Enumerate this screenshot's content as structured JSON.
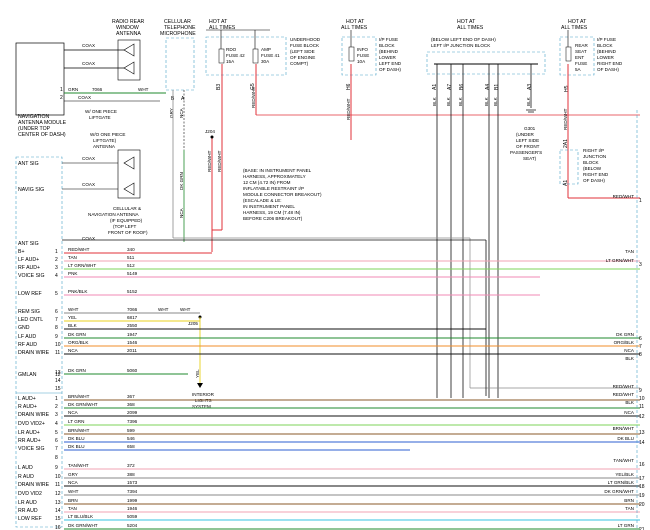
{
  "modules": {
    "nav_module": [
      "NAVIGATION",
      "ANTENNA MODULE",
      "(UNDER TOP",
      "CENTER OF DASH)"
    ],
    "radio_antenna": [
      "RADIO REAR",
      "WINDOW",
      "ANTENNA"
    ],
    "cell_mic": [
      "CELLULAR",
      "TELEPHONE",
      "MICROPHONE"
    ],
    "hot1": [
      "HOT AT",
      "ALL TIMES"
    ],
    "hot2": [
      "HOT AT",
      "ALL TIMES"
    ],
    "hot3": [
      "HOT AT",
      "ALL TIMES"
    ],
    "hot4": [
      "HOT AT",
      "ALL TIMES"
    ],
    "underhood": [
      "UNDERHOOD",
      "FUSE BLOCK",
      "(LEFT SIDE",
      "OF ENGINE",
      "COMPT)"
    ],
    "ip_fuse_block": [
      "I/P FUSE",
      "BLOCK",
      "(BEHIND",
      "LOWER",
      "LEFT END",
      "OF DASH)"
    ],
    "left_jb": [
      "(BELOW LEFT END OF DASH)",
      "LEFT I/P JUNCTION BLOCK"
    ],
    "ip_fuse_block2": [
      "I/P FUSE",
      "BLOCK",
      "(BEHIND",
      "LOWER",
      "RIGHT END",
      "OF DASH)"
    ],
    "rdo": [
      "RDO",
      "FUSE 42",
      "15A"
    ],
    "amp": [
      "AMP",
      "FUSE 41",
      "30A"
    ],
    "info": [
      "INFO",
      "FUSE",
      "10A"
    ],
    "rear_seat": [
      "REAR",
      "SEAT",
      "ENT",
      "FUSE",
      "5A"
    ],
    "right_jb": [
      "RIGHT I/P",
      "JUNCTION",
      "BLOCK",
      "(BELOW",
      "RIGHT END",
      "OF DASH)"
    ],
    "g301": [
      "G301",
      "(UNDER",
      "LEFT SIDE",
      "OF FRONT",
      "PASSENGER'S",
      "SEAT)"
    ],
    "cell_nav_ant": [
      "CELLULAR &",
      "NAVIGATION ANTENNA",
      "(IF EQUIPPED)",
      "(TOP LEFT",
      "FRONT OF ROOF)"
    ],
    "w_one_piece": [
      "W/ ONE PIECE",
      "LIFTGATE"
    ],
    "wo_one_piece": [
      "W/O ONE PIECE",
      "LIFTGATE)",
      "ANTENNA"
    ],
    "note": [
      "(BASE: IN INSTRUMENT PANEL",
      "HARNESS, APPROXIMATELY",
      "12 CM (4.72 IN) FROM",
      "INFLATABLE RESTRAINT I/P",
      "MODULE CONNECTOR BREAKOUT)",
      "(ESCALADE & LE:",
      "IN INSTRUMENT PANEL",
      "HARNESS, 19 CM (7.48 IN)",
      "BEFORE C206 BREAKOUT)"
    ],
    "interior_lights": [
      "INTERIOR",
      "LIGHTS",
      "SYSTEM"
    ],
    "j204": "J204",
    "j205": "J205"
  },
  "nav_pins": {
    "p1": "1",
    "p2": "2",
    "grn": "GRN",
    "coax": "COAX",
    "n7066": "7066",
    "wht": "WHT",
    "coax_ant": "COAX",
    "coax_nav": "COAX",
    "ant_sig": "ANT SIG",
    "navig_sig": "NAVIG SIG",
    "coax_lower": "COAX"
  },
  "col_wires": {
    "c1": "GRY",
    "c1p": "B",
    "c2": "NCA",
    "c2p": "A",
    "c3": "DK GRN",
    "rdo_w": "RED/WHT",
    "amp_w": "RED/WHT",
    "info_w": "RED/WHT",
    "rear_w": "RED/WHT",
    "b1": "BLK",
    "b2": "BLK",
    "b3": "BLK",
    "b4": "BLK",
    "b5": "BLK",
    "b6": "BLK",
    "f1": "B3",
    "f2": "G5",
    "f3": "H6",
    "f4": "A1",
    "f5": "A7",
    "f6": "B6",
    "f7": "A4",
    "f8": "B1",
    "f9": "A3",
    "f10": "H5",
    "rw_nca": "NCA",
    "rw_dkgrn": "DK GRN",
    "rw1": "RED/WHT",
    "rw2": "RED/WHT",
    "c2a1": "2A1",
    "a1": "A1",
    "c1b": "C1",
    "whts": "WHT",
    "whts2": "WHT",
    "yel": "YEL"
  },
  "left_rows": [
    {
      "label": "ANT SIG",
      "pin": "",
      "color": "COAX",
      "num": ""
    },
    {
      "label": "B+",
      "pin": "1",
      "color": "RED/WHT",
      "num": "340"
    },
    {
      "label": "LF AUD+",
      "pin": "2",
      "color": "TAN",
      "num": "511"
    },
    {
      "label": "RF AUD+",
      "pin": "3",
      "color": "LT GRN/WHT",
      "num": "512"
    },
    {
      "label": "VOICE SIG",
      "pin": "4",
      "color": "PNK",
      "num": "5149"
    },
    {
      "label": "LOW REF",
      "pin": "5",
      "color": "PNK/BLK",
      "num": "5152"
    },
    {
      "label": "REM SIG",
      "pin": "6",
      "color": "WHT",
      "num": "7066"
    },
    {
      "label": "LED CNTL",
      "pin": "7",
      "color": "YEL",
      "num": "6817"
    },
    {
      "label": "GND",
      "pin": "8",
      "color": "BLK",
      "num": "2550"
    },
    {
      "label": "LF AUD",
      "pin": "9",
      "color": "DK GRN",
      "num": "1947"
    },
    {
      "label": "RF AUD",
      "pin": "10",
      "color": "ORG/BLK",
      "num": "1546"
    },
    {
      "label": "DRAIN WIRE",
      "pin": "11",
      "color": "NCA",
      "num": "2011"
    },
    {
      "label": "GMLAN",
      "pin": "12",
      "color": "",
      "num": ""
    },
    {
      "label": "",
      "pin": "13",
      "color": "DK GRN",
      "num": "5060"
    },
    {
      "label": "",
      "pin": "14",
      "color": "",
      "num": ""
    },
    {
      "label": "",
      "pin": "15",
      "color": "",
      "num": ""
    },
    {
      "label": "L AUD+",
      "pin": "1",
      "color": "BRN/WHT",
      "num": "367"
    },
    {
      "label": "R AUD+",
      "pin": "2",
      "color": "DK GRN/WHT",
      "num": "368"
    },
    {
      "label": "DRAIN WIRE",
      "pin": "3",
      "color": "NCA",
      "num": "2099"
    },
    {
      "label": "DVD VID2+",
      "pin": "4",
      "color": "LT GRN",
      "num": "7396"
    },
    {
      "label": "LR AUD+",
      "pin": "5",
      "color": "BRN/WHT",
      "num": "599"
    },
    {
      "label": "RR AUD+",
      "pin": "6",
      "color": "DK BLU",
      "num": "546"
    },
    {
      "label": "VOICE SIG",
      "pin": "7",
      "color": "DK BLU",
      "num": "658"
    },
    {
      "label": "",
      "pin": "8",
      "color": "",
      "num": ""
    },
    {
      "label": "L AUD",
      "pin": "9",
      "color": "TAN/WHT",
      "num": "372"
    },
    {
      "label": "R AUD",
      "pin": "10",
      "color": "GRY",
      "num": "388"
    },
    {
      "label": "DRAIN WIRE",
      "pin": "11",
      "color": "NCA",
      "num": "1573"
    },
    {
      "label": "DVD VID2",
      "pin": "12",
      "color": "WHT",
      "num": "7394"
    },
    {
      "label": "LR AUD",
      "pin": "13",
      "color": "BRN",
      "num": "1999"
    },
    {
      "label": "RR AUD",
      "pin": "14",
      "color": "TAN",
      "num": "1946"
    },
    {
      "label": "LOW REF",
      "pin": "15",
      "color": "LT BLU/BLK",
      "num": "5059"
    },
    {
      "label": "",
      "pin": "16",
      "color": "DK GRN/WHT",
      "num": "5204"
    }
  ],
  "right_labels": [
    {
      "color": "RED/WHT",
      "pin": "1"
    },
    {
      "color": "TAN",
      "pin": ""
    },
    {
      "color": "LT GRN/WHT",
      "pin": "3"
    },
    {
      "color": "DK GRN",
      "pin": "6"
    },
    {
      "color": "ORG/BLK",
      "pin": "7"
    },
    {
      "color": "NCA",
      "pin": "8"
    },
    {
      "color": "BLK",
      "pin": ""
    },
    {
      "color": "RED/WHT",
      "pin": "9"
    },
    {
      "color": "RED/WHT",
      "pin": "10"
    },
    {
      "color": "BLK",
      "pin": "11"
    },
    {
      "color": "NCA",
      "pin": "12"
    },
    {
      "color": "BRN/WHT",
      "pin": "13"
    },
    {
      "color": "DK BLU",
      "pin": "14"
    },
    {
      "color": "TAN/WHT",
      "pin": "16"
    },
    {
      "color": "YEL/BLK",
      "pin": "17"
    },
    {
      "color": "LT GRN/BLK",
      "pin": "18"
    },
    {
      "color": "DK GRN/WHT",
      "pin": "19"
    },
    {
      "color": "BRN",
      "pin": "20"
    },
    {
      "color": "TAN",
      "pin": ""
    },
    {
      "color": "LT GRN",
      "pin": "21"
    }
  ],
  "wire_colors": {
    "red": "#e0303a",
    "tan": "#f2a3b3",
    "ltgrn": "#7ed35a",
    "pink": "#f08ab4",
    "black": "#111111",
    "yellow": "#e8d21c",
    "dkgrn": "#1f8a2c",
    "orange": "#f08c2a",
    "gray": "#8a8a8a",
    "blue": "#2d5fd0",
    "cyan": "#36c3e0",
    "brown": "#8a5a2a",
    "cnt": "#4aa2c7"
  }
}
